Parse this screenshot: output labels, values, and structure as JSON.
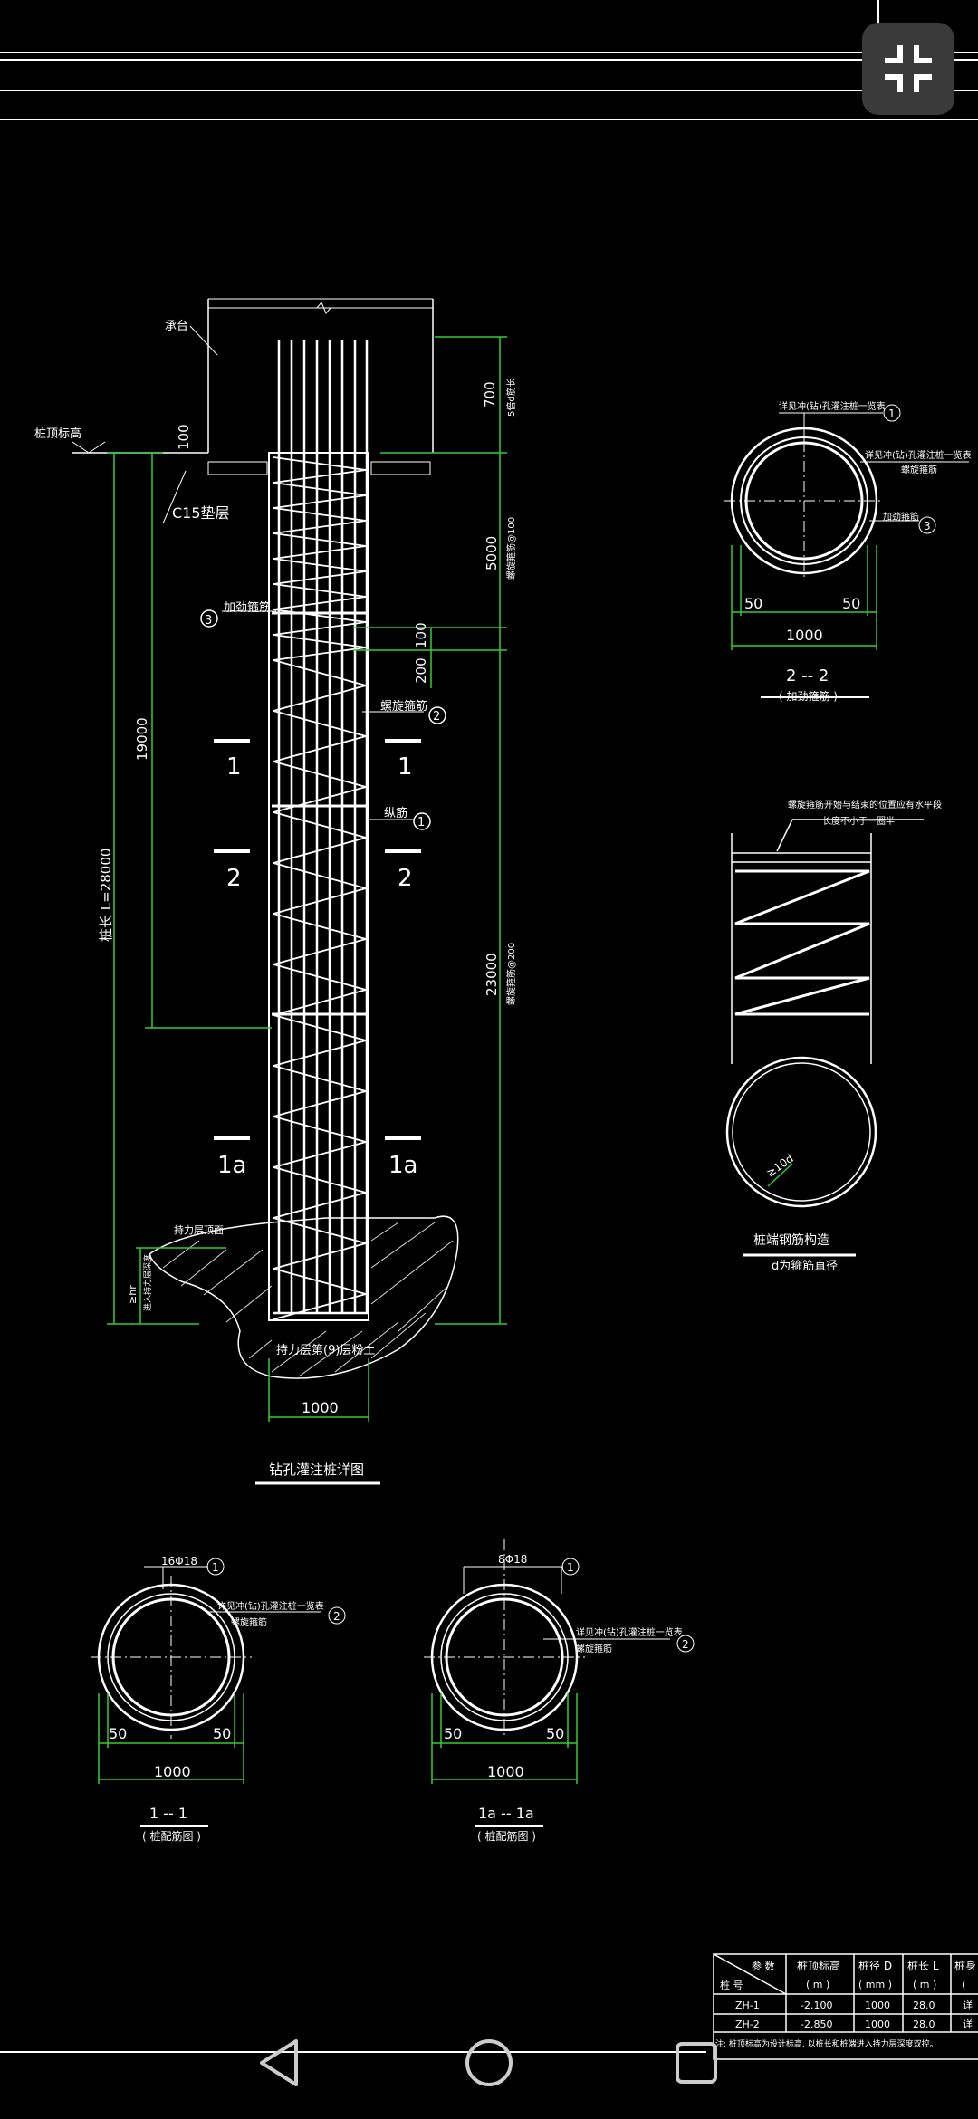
{
  "main_view": {
    "title": "钻孔灌注桩详图",
    "labels": {
      "pile_top_elev": "桩顶标高",
      "cap": "承台",
      "c15_cushion": "C15垫层",
      "stiffener": "加劲箍筋",
      "spiral_stirrup": "螺旋箍筋",
      "longitudinal_bar": "纵筋",
      "pile_length": "桩长 L=28000",
      "bearing_layer": "持力层第(9)层粉土",
      "bearing_layer_top": "持力层顶面",
      "embed_depth_1": "≥hr",
      "embed_depth_2": "进入持力层深度"
    },
    "dims": {
      "d100": "100",
      "d700": "700",
      "d700_note": "5倍d筋长",
      "d5000": "5000",
      "d5000_note": "螺旋箍筋@100",
      "d100b": "100",
      "d200": "200",
      "d19000": "19000",
      "d23000": "23000",
      "d23000_note": "螺旋箍筋@200",
      "d1000": "1000"
    },
    "section_marks": [
      "1",
      "1",
      "2",
      "2",
      "1a",
      "1a"
    ],
    "circle_refs": [
      "1",
      "2",
      "3"
    ]
  },
  "section_22": {
    "title": "2 -- 2",
    "subtitle": "( 加劲箍筋 )",
    "note1": "详见冲(钻)孔灌注桩一览表",
    "note2": "详见冲(钻)孔灌注桩一览表",
    "note2b": "螺旋箍筋",
    "note3": "加劲箍筋",
    "ref1": "1",
    "ref2": "2",
    "ref3": "3",
    "dim_left": "50",
    "dim_right": "50",
    "dim_total": "1000"
  },
  "spiral_detail": {
    "note1": "螺旋箍筋开始与结束的位置应有水平段",
    "note2": "长度不小于一圈半",
    "anchor": "≥10d",
    "title": "桩端钢筋构造",
    "subtitle": "d为箍筋直径"
  },
  "section_11": {
    "bars": "16Φ18",
    "ref1": "1",
    "ref2": "2",
    "note1": "详见冲(钻)孔灌注桩一览表",
    "note2": "螺旋箍筋",
    "dim_left": "50",
    "dim_right": "50",
    "dim_total": "1000",
    "title": "1 -- 1",
    "subtitle": "( 桩配筋图 )"
  },
  "section_1a": {
    "bars": "8Φ18",
    "ref1": "1",
    "ref2": "2",
    "note1": "详见冲(钻)孔灌注桩一览表",
    "note2": "螺旋箍筋",
    "dim_left": "50",
    "dim_right": "50",
    "dim_total": "1000",
    "title": "1a -- 1a",
    "subtitle": "( 桩配筋图 )"
  },
  "pile_table": {
    "corner_top": "参 数",
    "corner_bottom": "桩 号",
    "headers": [
      {
        "line1": "桩顶标高",
        "line2": "( m )"
      },
      {
        "line1": "桩径 D",
        "line2": "( mm )"
      },
      {
        "line1": "桩长 L",
        "line2": "( m )"
      },
      {
        "line1": "桩身",
        "line2": "("
      }
    ],
    "rows": [
      {
        "id": "ZH-1",
        "elev": "-2.100",
        "dia": "1000",
        "len": "28.0",
        "extra": "详"
      },
      {
        "id": "ZH-2",
        "elev": "-2.850",
        "dia": "1000",
        "len": "28.0",
        "extra": "详"
      }
    ],
    "note": "注: 桩顶标高为设计标高, 以桩长和桩端进入持力层深度双控。"
  },
  "ui": {
    "exit_fullscreen_icon": "exit-fullscreen-icon",
    "nav_back_icon": "back-triangle-icon",
    "nav_home_icon": "home-circle-icon",
    "nav_recents_icon": "recents-square-icon"
  }
}
